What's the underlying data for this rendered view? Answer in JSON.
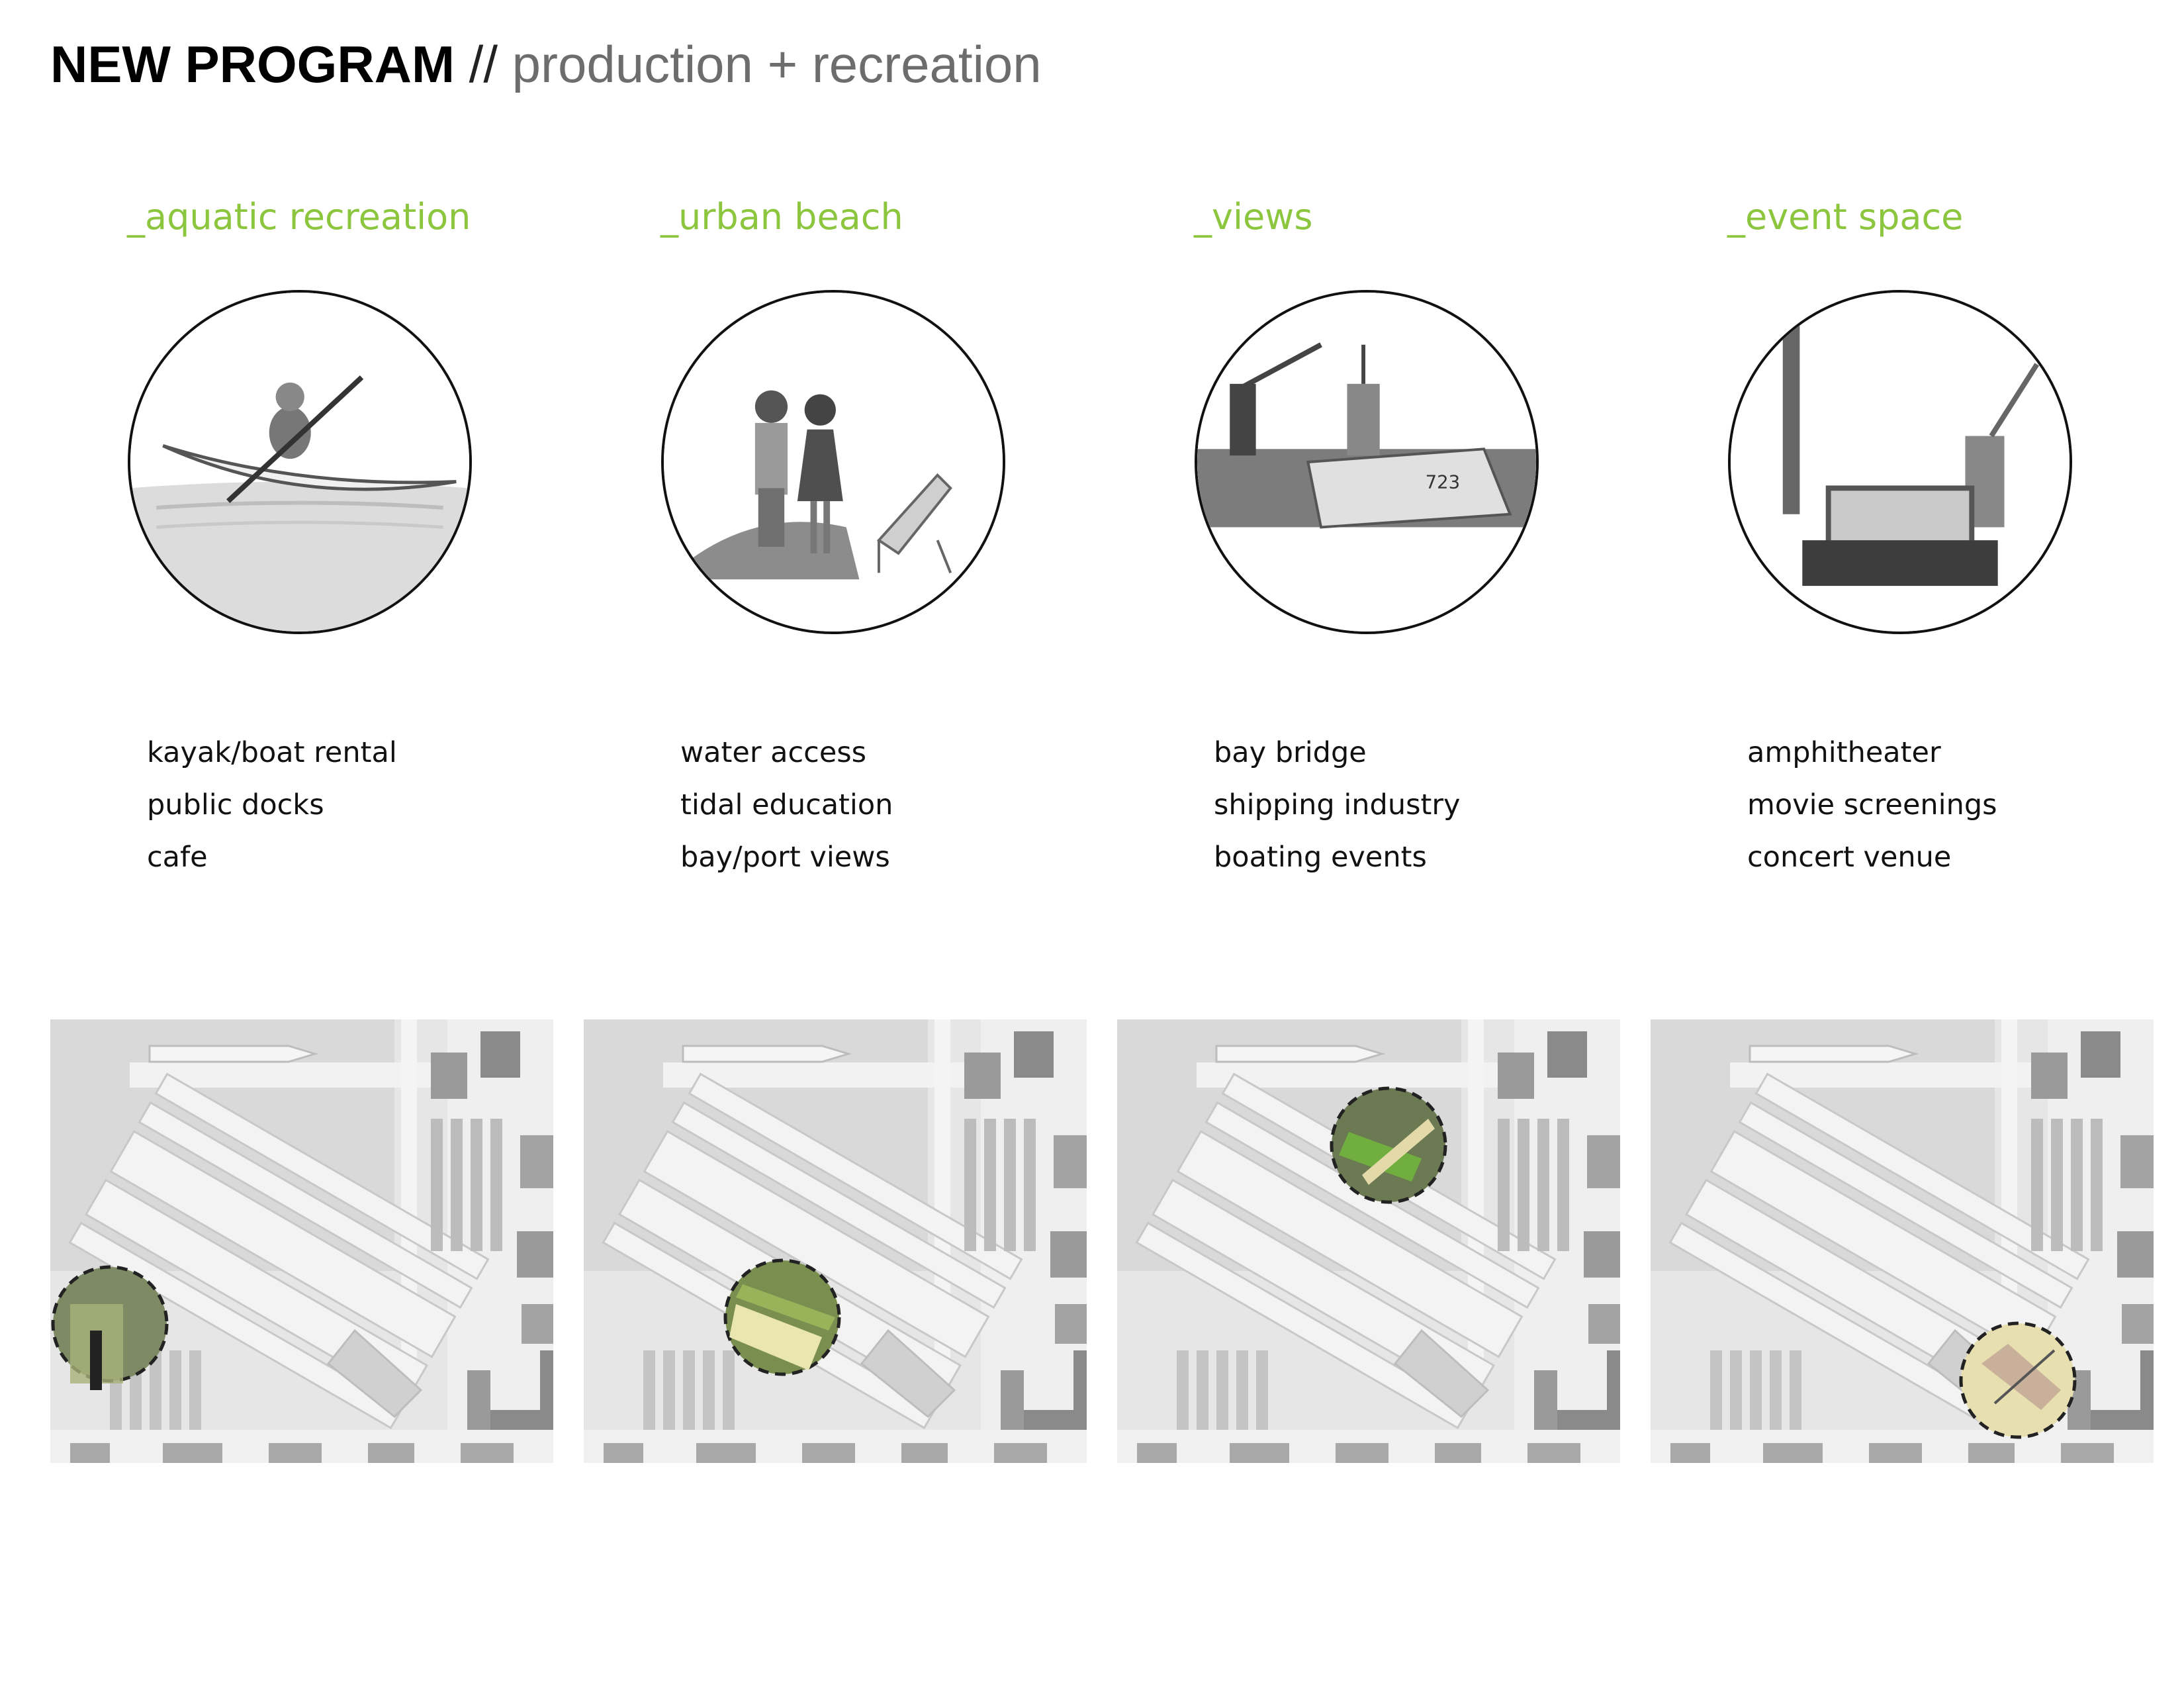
{
  "header": {
    "title_bold": "NEW PROGRAM",
    "title_sep": "//",
    "title_sub": "production + recreation"
  },
  "colors": {
    "accent_green": "#8cc63f",
    "text_dark": "#111111",
    "subtitle_gray": "#6d6d6d"
  },
  "columns": [
    {
      "heading": "_aquatic recreation",
      "photo_icon": "kayaker-photo",
      "items": [
        "kayak/boat rental",
        "public docks",
        "cafe"
      ],
      "map_icon": "site-plan-kayak-zone"
    },
    {
      "heading": "_urban beach",
      "photo_icon": "beach-couple-photo",
      "items": [
        "water access",
        "tidal education",
        "bay/port views"
      ],
      "map_icon": "site-plan-beach-zone"
    },
    {
      "heading": "_views",
      "photo_icon": "ship-crane-photo",
      "items": [
        "bay bridge",
        "shipping industry",
        "boating events"
      ],
      "map_icon": "site-plan-views-zone"
    },
    {
      "heading": "_event space",
      "photo_icon": "crane-screen-photo",
      "items": [
        "amphitheater",
        "movie screenings",
        "concert venue"
      ],
      "map_icon": "site-plan-event-zone"
    }
  ]
}
